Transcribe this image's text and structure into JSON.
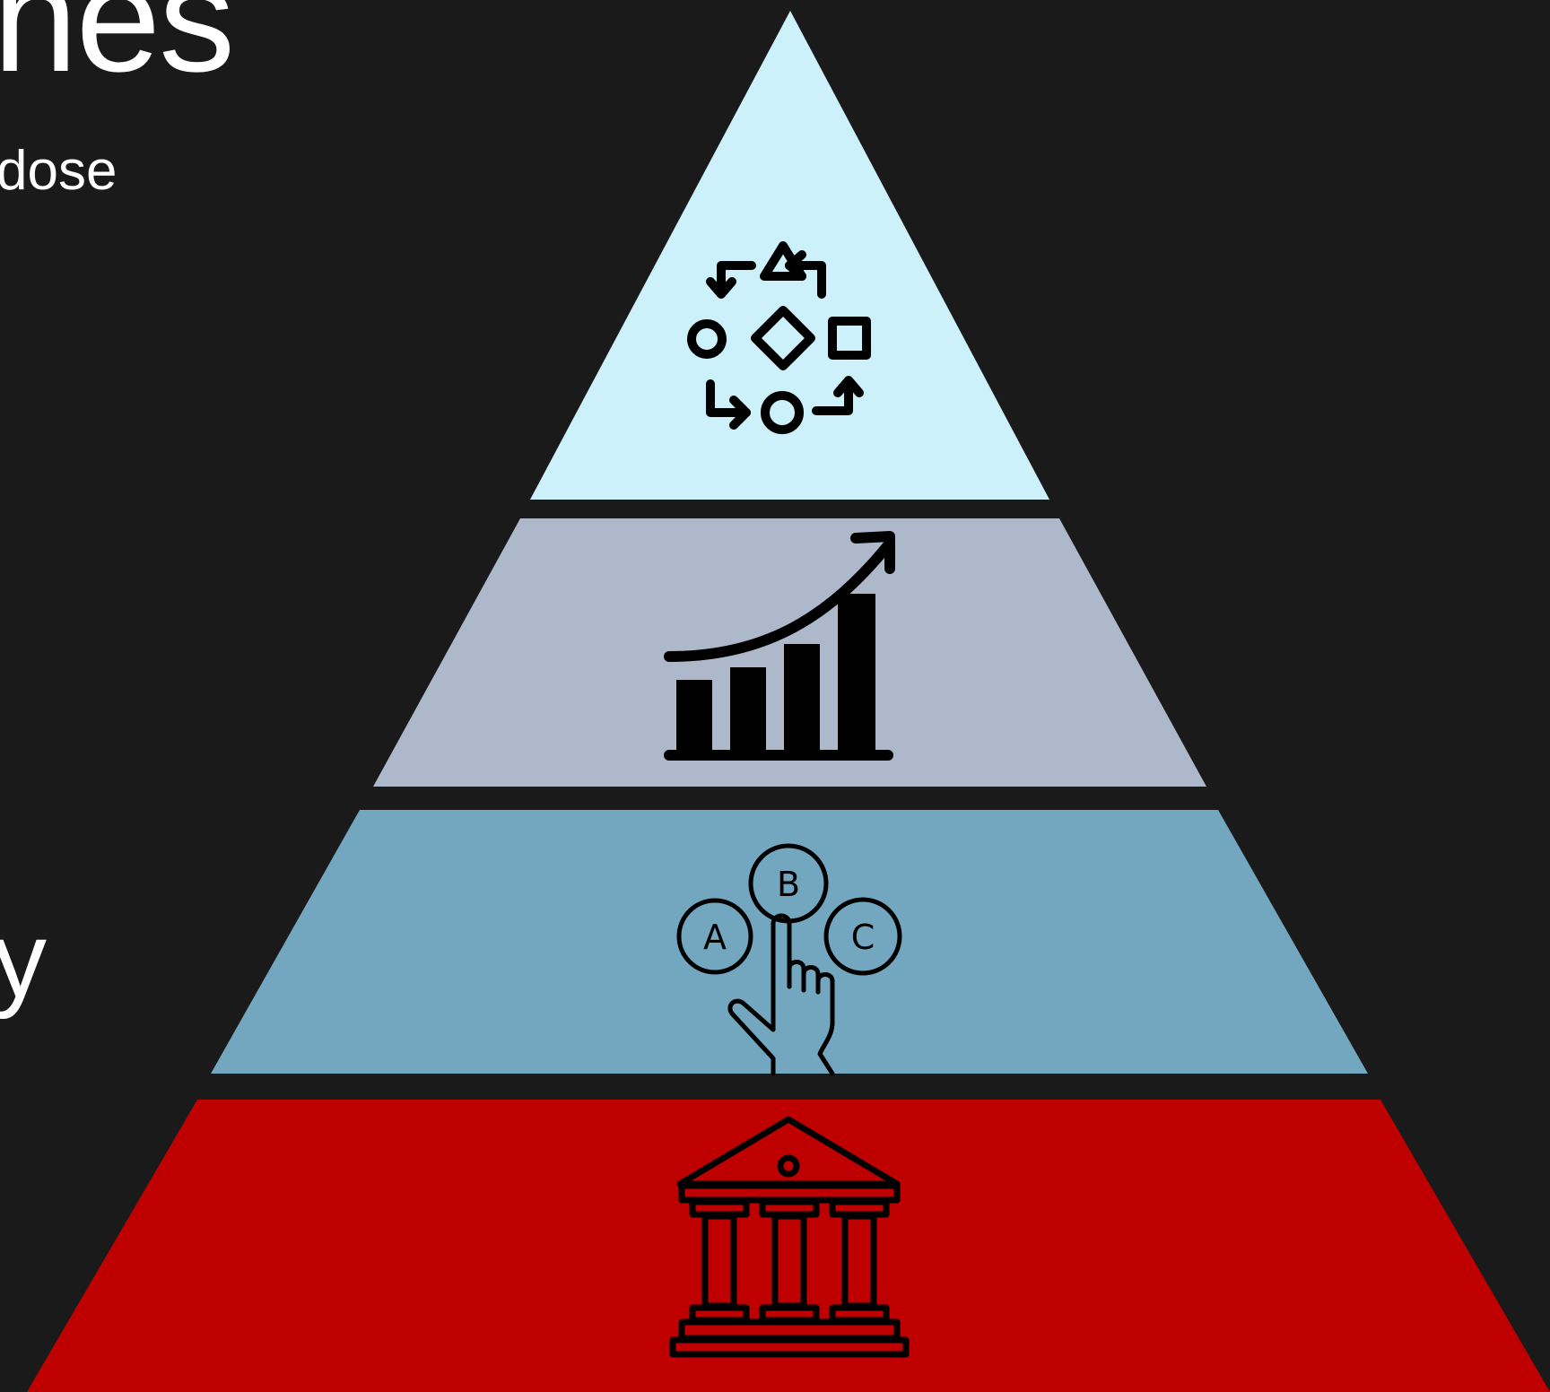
{
  "slide": {
    "title_fragment": "nes",
    "subtitle_fragment": "dose",
    "side_fragment": "y"
  },
  "pyramid": {
    "tiers": [
      {
        "name": "top",
        "color": "#cdf1fb",
        "icon": "process-cycle-shapes-icon"
      },
      {
        "name": "second",
        "color": "#adb8cb",
        "icon": "growth-chart-icon"
      },
      {
        "name": "third",
        "color": "#72a7bf",
        "icon": "abc-choice-hand-icon"
      },
      {
        "name": "base",
        "color": "#bf0000",
        "icon": "institution-building-icon"
      }
    ]
  }
}
